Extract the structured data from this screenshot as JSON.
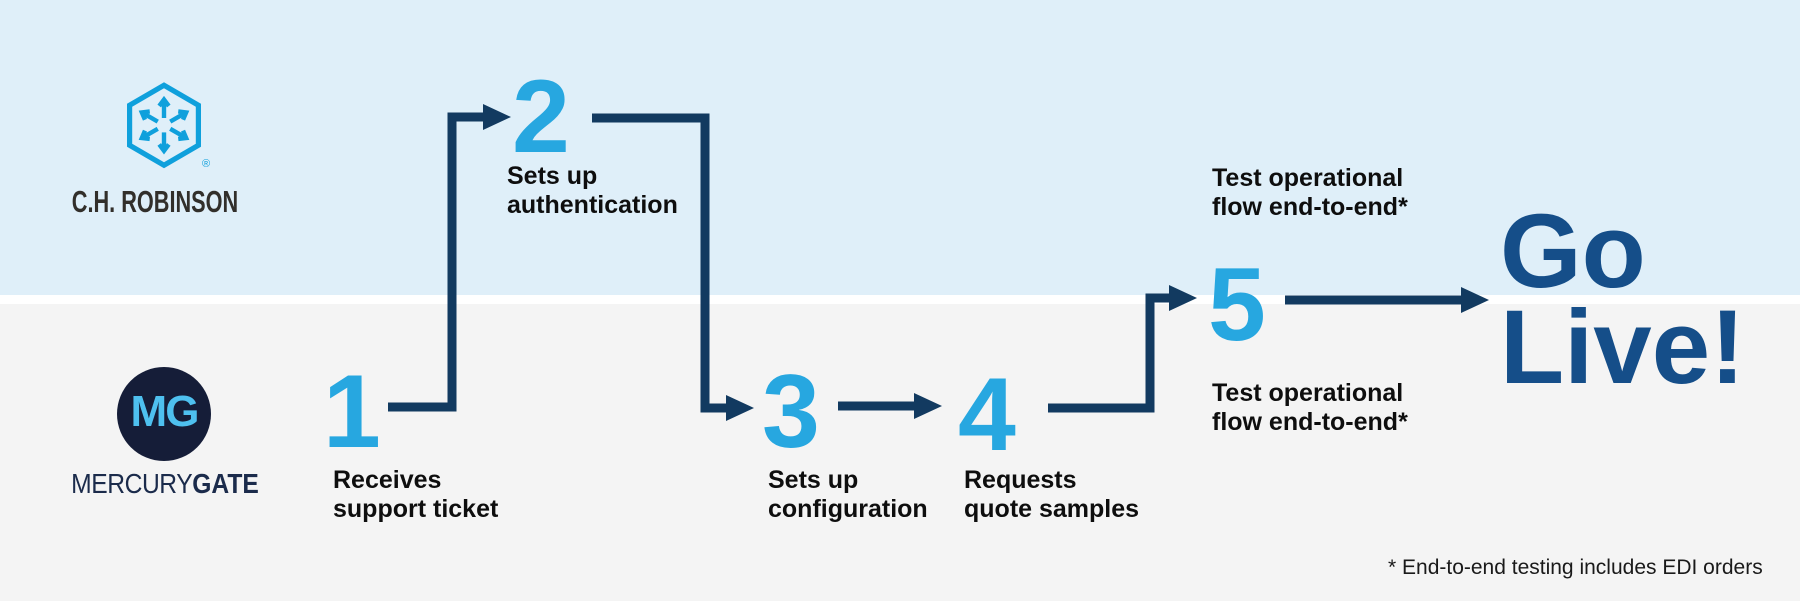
{
  "companies": {
    "chrobinson": {
      "name": "C.H. ROBINSON",
      "registered_mark": "®"
    },
    "mercurygate": {
      "monogram": "MG",
      "wordmark_part1": "MERCURY",
      "wordmark_part2": "GATE"
    }
  },
  "steps": [
    {
      "number": "1",
      "lane": "bottom",
      "label": [
        "Receives",
        "support ticket"
      ]
    },
    {
      "number": "2",
      "lane": "top",
      "label": [
        "Sets up",
        "authentication"
      ]
    },
    {
      "number": "3",
      "lane": "bottom",
      "label": [
        "Sets up",
        "configuration"
      ]
    },
    {
      "number": "4",
      "lane": "bottom",
      "label": [
        "Requests",
        "quote samples"
      ]
    },
    {
      "number": "5",
      "lane": "middle",
      "label_top": [
        "Test operational",
        "flow end-to-end*"
      ],
      "label_bottom": [
        "Test operational",
        "flow end-to-end*"
      ]
    }
  ],
  "outcome": {
    "line1": "Go",
    "line2": "Live!"
  },
  "footnote": "* End-to-end testing includes EDI orders",
  "colors": {
    "lane_top_bg": "#DFEFF9",
    "lane_bottom_bg": "#F4F4F4",
    "lane_divider": "#FFFFFF",
    "step_number": "#27A7E0",
    "arrow": "#123A60",
    "go_live_text": "#154E89",
    "label_text": "#0E0E0E",
    "chr_logo_blue": "#0FA0DC",
    "chr_wordmark": "#322F2B",
    "mg_circle_bg": "#151D38",
    "mg_monogram": "#4EC0EF",
    "mg_wordmark": "#1B2B4B"
  }
}
